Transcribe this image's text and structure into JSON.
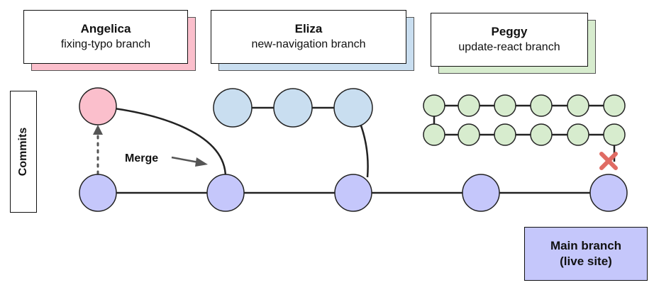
{
  "colors": {
    "main_commit": "#c5c7fb",
    "angelica": "#fbbfcc",
    "eliza": "#c9def0",
    "peggy": "#d7ecce",
    "main_box": "#c5c7fb",
    "cross": "#e06b63",
    "stroke": "#222222"
  },
  "branches": [
    {
      "person": "Angelica",
      "branch": "fixing-typo branch"
    },
    {
      "person": "Eliza",
      "branch": "new-navigation branch"
    },
    {
      "person": "Peggy",
      "branch": "update-react branch"
    }
  ],
  "commits_label": "Commits",
  "merge_label": "Merge",
  "main_branch": {
    "line1": "Main branch",
    "line2": "(live site)"
  },
  "icons": {
    "blocked": "x-mark-icon",
    "merge_arrow": "arrow-right-icon"
  }
}
